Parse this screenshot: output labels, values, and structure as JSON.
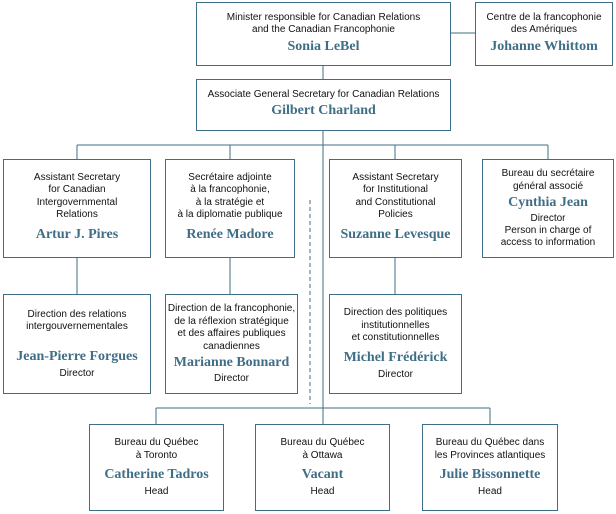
{
  "minister": {
    "title": "Minister responsible for Canadian Relations\nand the Canadian Francophonie",
    "name": "Sonia LeBel"
  },
  "centre": {
    "title": "Centre de la francophonie\ndes Amériques",
    "name": "Johanne Whittom"
  },
  "associate": {
    "title": "Associate General Secretary for Canadian Relations",
    "name": "Gilbert Charland"
  },
  "asst_intergov": {
    "title": "Assistant Secretary\nfor Canadian\nIntergovernmental\nRelations",
    "name": "Artur J. Pires"
  },
  "sec_francophonie": {
    "title": "Secrétaire adjointe\nà la francophonie,\nà la stratégie et\nà la diplomatie publique",
    "name": "Renée Madore"
  },
  "asst_institutional": {
    "title": "Assistant Secretary\nfor Institutional\nand Constitutional\nPolicies",
    "name": "Suzanne Levesque"
  },
  "bureau_secretaire": {
    "title": "Bureau du secrétaire\ngénéral associé",
    "name": "Cynthia Jean",
    "role": "Director\nPerson in charge of\naccess to information"
  },
  "dir_relations": {
    "title": "Direction des relations\nintergouvernementales",
    "name": "Jean-Pierre Forgues",
    "role": "Director"
  },
  "dir_francophonie": {
    "title": "Direction de la francophonie,\nde la réflexion stratégique\net des affaires publiques\ncanadiennes",
    "name": "Marianne Bonnard",
    "role": "Director"
  },
  "dir_politiques": {
    "title": "Direction des politiques\ninstitutionnelles\net constitutionnelles",
    "name": "Michel Frédérick",
    "role": "Director"
  },
  "bq_toronto": {
    "title": "Bureau du Québec\nà Toronto",
    "name": "Catherine Tadros",
    "role": "Head"
  },
  "bq_ottawa": {
    "title": "Bureau du Québec\nà Ottawa",
    "name": "Vacant",
    "role": "Head"
  },
  "bq_atlantic": {
    "title": "Bureau du Québec dans\nles Provinces atlantiques",
    "name": "Julie Bissonnette",
    "role": "Head"
  },
  "colors": {
    "border": "#3f6e87",
    "name_text": "#3f6e87"
  }
}
